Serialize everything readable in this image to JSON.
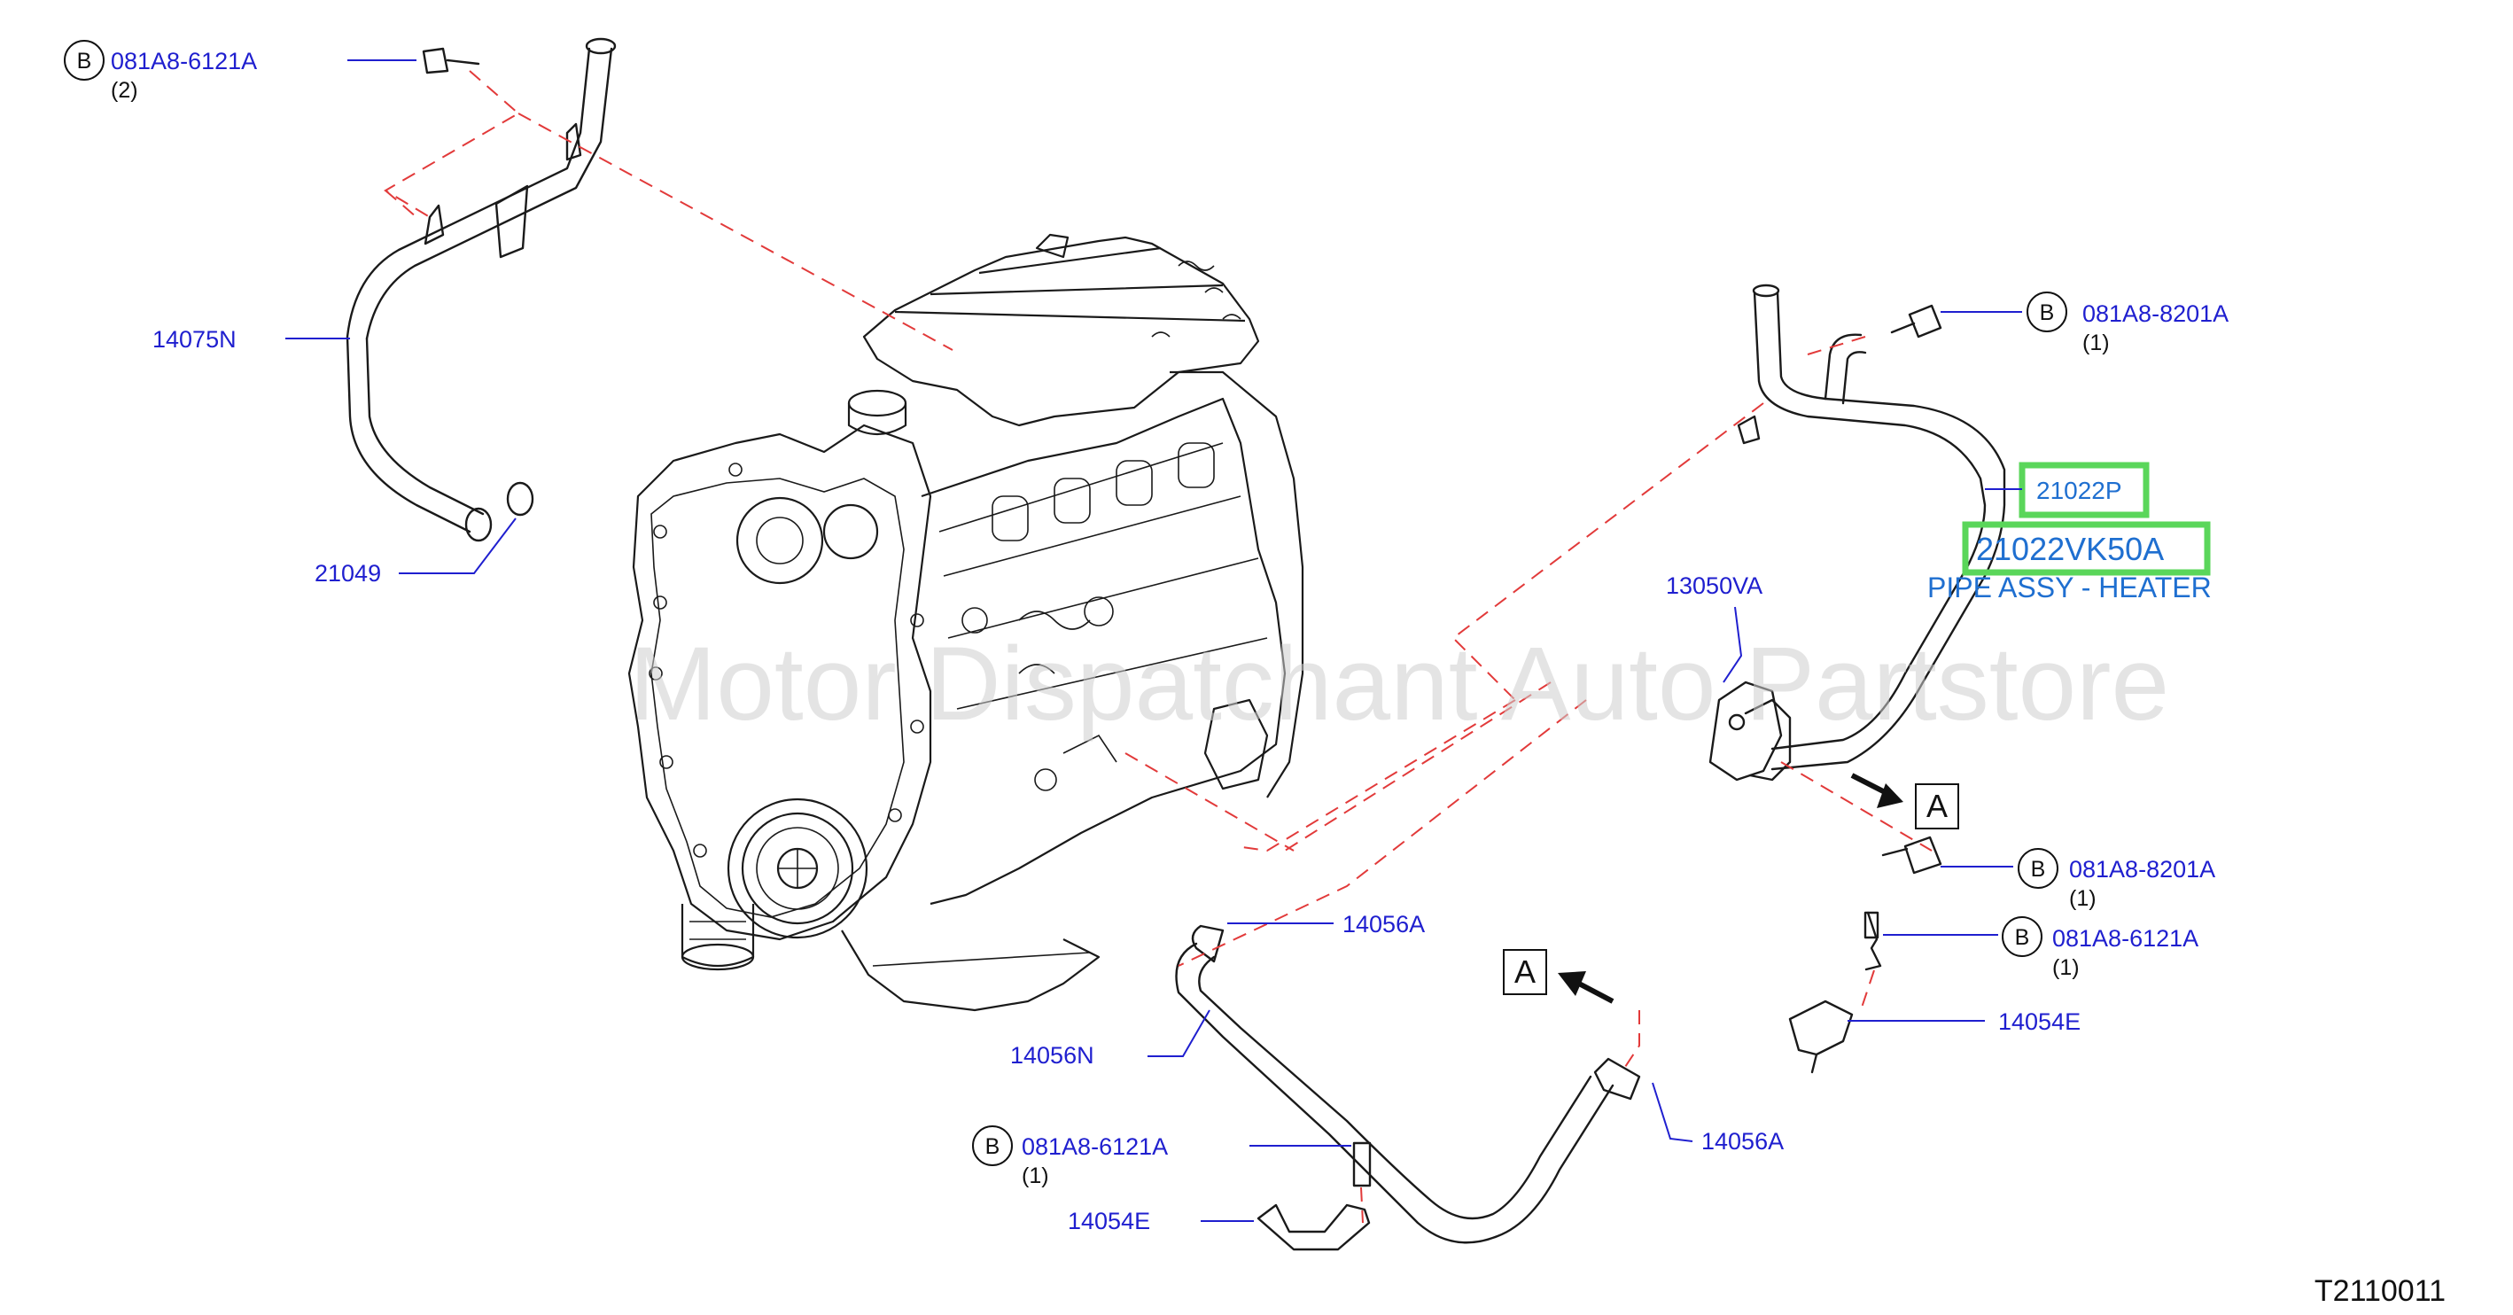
{
  "labels": {
    "p14075N": "14075N",
    "p21049": "21049",
    "p13050VA": "13050VA",
    "p21022P": "21022P",
    "p21022VK50A": "21022VK50A",
    "pipe_assy_desc": "PIPE ASSY - HEATER",
    "p14056A_top": "14056A",
    "p14056A_bottom": "14056A",
    "p14056N": "14056N",
    "p14054E_right": "14054E",
    "p14054E_left": "14054E"
  },
  "bolts": {
    "top_left": {
      "circle": "B",
      "code": "081A8-6121A",
      "qty": "(2)"
    },
    "top_right": {
      "circle": "B",
      "code": "081A8-8201A",
      "qty": "(1)"
    },
    "mid_right": {
      "circle": "B",
      "code": "081A8-8201A",
      "qty": "(1)"
    },
    "lower_right": {
      "circle": "B",
      "code": "081A8-6121A",
      "qty": "(1)"
    },
    "bottom_left": {
      "circle": "B",
      "code": "081A8-6121A",
      "qty": "(1)"
    }
  },
  "view_markers": {
    "right": "A",
    "bottom": "A"
  },
  "watermark": "Motor Dispatchant Auto Partstore",
  "diagram_code": "T2110011",
  "colors": {
    "label": "#1f1fcf",
    "highlight": "#5ad65a",
    "dashed": "#e23a3a",
    "desc": "#1f6fd0"
  }
}
